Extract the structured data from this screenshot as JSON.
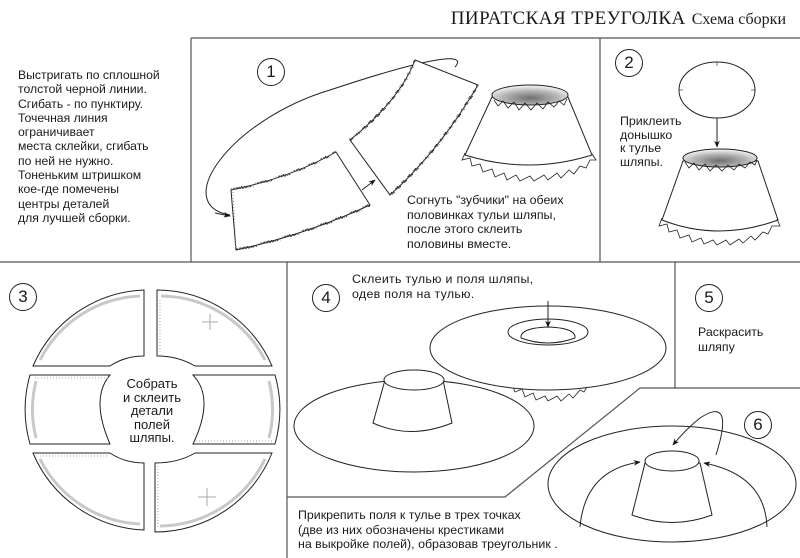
{
  "header": {
    "title": "ПИРАТСКАЯ ТРЕУГОЛКА",
    "subtitle": "Схема сборки"
  },
  "intro": {
    "lines": [
      "Выстригать по сплошной",
      "толстой черной линии.",
      "Сгибать  -  по пунктиру.",
      "Точечная линия",
      "ограничивает",
      "места склейки, сгибать",
      "по ней не нужно.",
      "Тоненьким штришком",
      "кое-где помечены",
      "центры деталей",
      "для лучшей сборки."
    ]
  },
  "steps": [
    {
      "number": "1",
      "lines": [
        "Согнуть \"зубчики\" на обеих",
        "половинках тульи шляпы,",
        "после этого склеить",
        "половины вместе."
      ]
    },
    {
      "number": "2",
      "lines": [
        "Приклеить",
        "донышко",
        "к тулье",
        "шляпы."
      ]
    },
    {
      "number": "3",
      "lines": [
        "Собрать",
        "и склеить",
        "детали",
        "полей",
        "шляпы."
      ]
    },
    {
      "number": "4",
      "lines": [
        "Склеить тулью и поля шляпы,",
        "одев поля на тулью."
      ]
    },
    {
      "number": "5",
      "lines": [
        "Раскрасить",
        "шляпу"
      ]
    },
    {
      "number": "6",
      "lines": [
        "Прикрепить поля к тулье в трех точках",
        "(две из них обозначены крестиками",
        "на выкройке полей), образовав треугольник ."
      ]
    }
  ],
  "colors": {
    "line": "#222222",
    "frame": "#555555",
    "seam": "#c8c8c8",
    "shade_dark": "#8a8a8a"
  }
}
